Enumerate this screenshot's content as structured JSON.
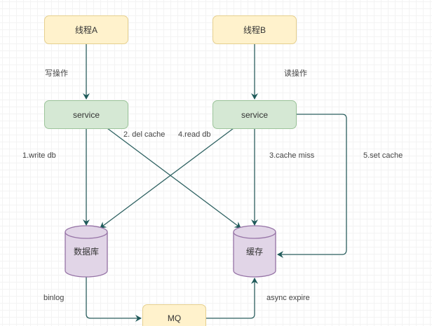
{
  "diagram": {
    "nodes": {
      "thread_a": "线程A",
      "thread_b": "线程B",
      "service_a": "service",
      "service_b": "service",
      "database": "数据库",
      "cache": "缓存",
      "mq": "MQ"
    },
    "edge_labels": {
      "write_op": "写操作",
      "read_op": "读操作",
      "write_db": "1.write db",
      "del_cache": "2. del cache",
      "read_db": "4.read db",
      "cache_miss": "3.cache miss",
      "set_cache": "5.set cache",
      "binlog": "binlog",
      "async_expire": "async expire"
    },
    "colors": {
      "thread_fill": "#fff2cc",
      "service_fill": "#d5e8d4",
      "storage_fill": "#e1d5e7",
      "storage_stroke": "#9673a6",
      "edge": "#2f5f5f"
    }
  }
}
